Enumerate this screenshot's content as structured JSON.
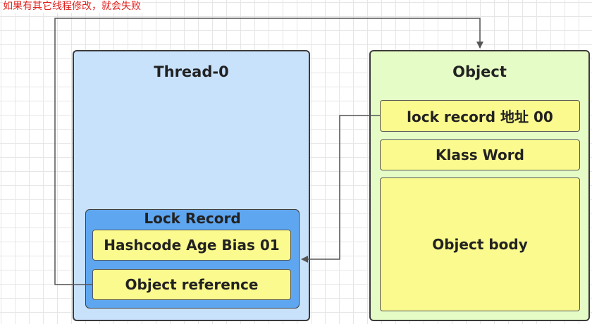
{
  "caption": "如果有其它线程修改，就会失败",
  "thread": {
    "title": "Thread-0",
    "lock_record": {
      "title": "Lock Record",
      "hashcode_field": "Hashcode Age Bias 01",
      "object_reference": "Object reference"
    }
  },
  "object": {
    "title": "Object",
    "lock_record_address": "lock record 地址 00",
    "klass_word": "Klass Word",
    "body": "Object body"
  },
  "colors": {
    "caption": "#e0201c",
    "thread_bg": "#c9e2fc",
    "object_bg": "#e6fcc7",
    "lock_record_bg": "#5fa6f0",
    "cell_bg": "#fbfa8e",
    "arrow": "#555555"
  }
}
